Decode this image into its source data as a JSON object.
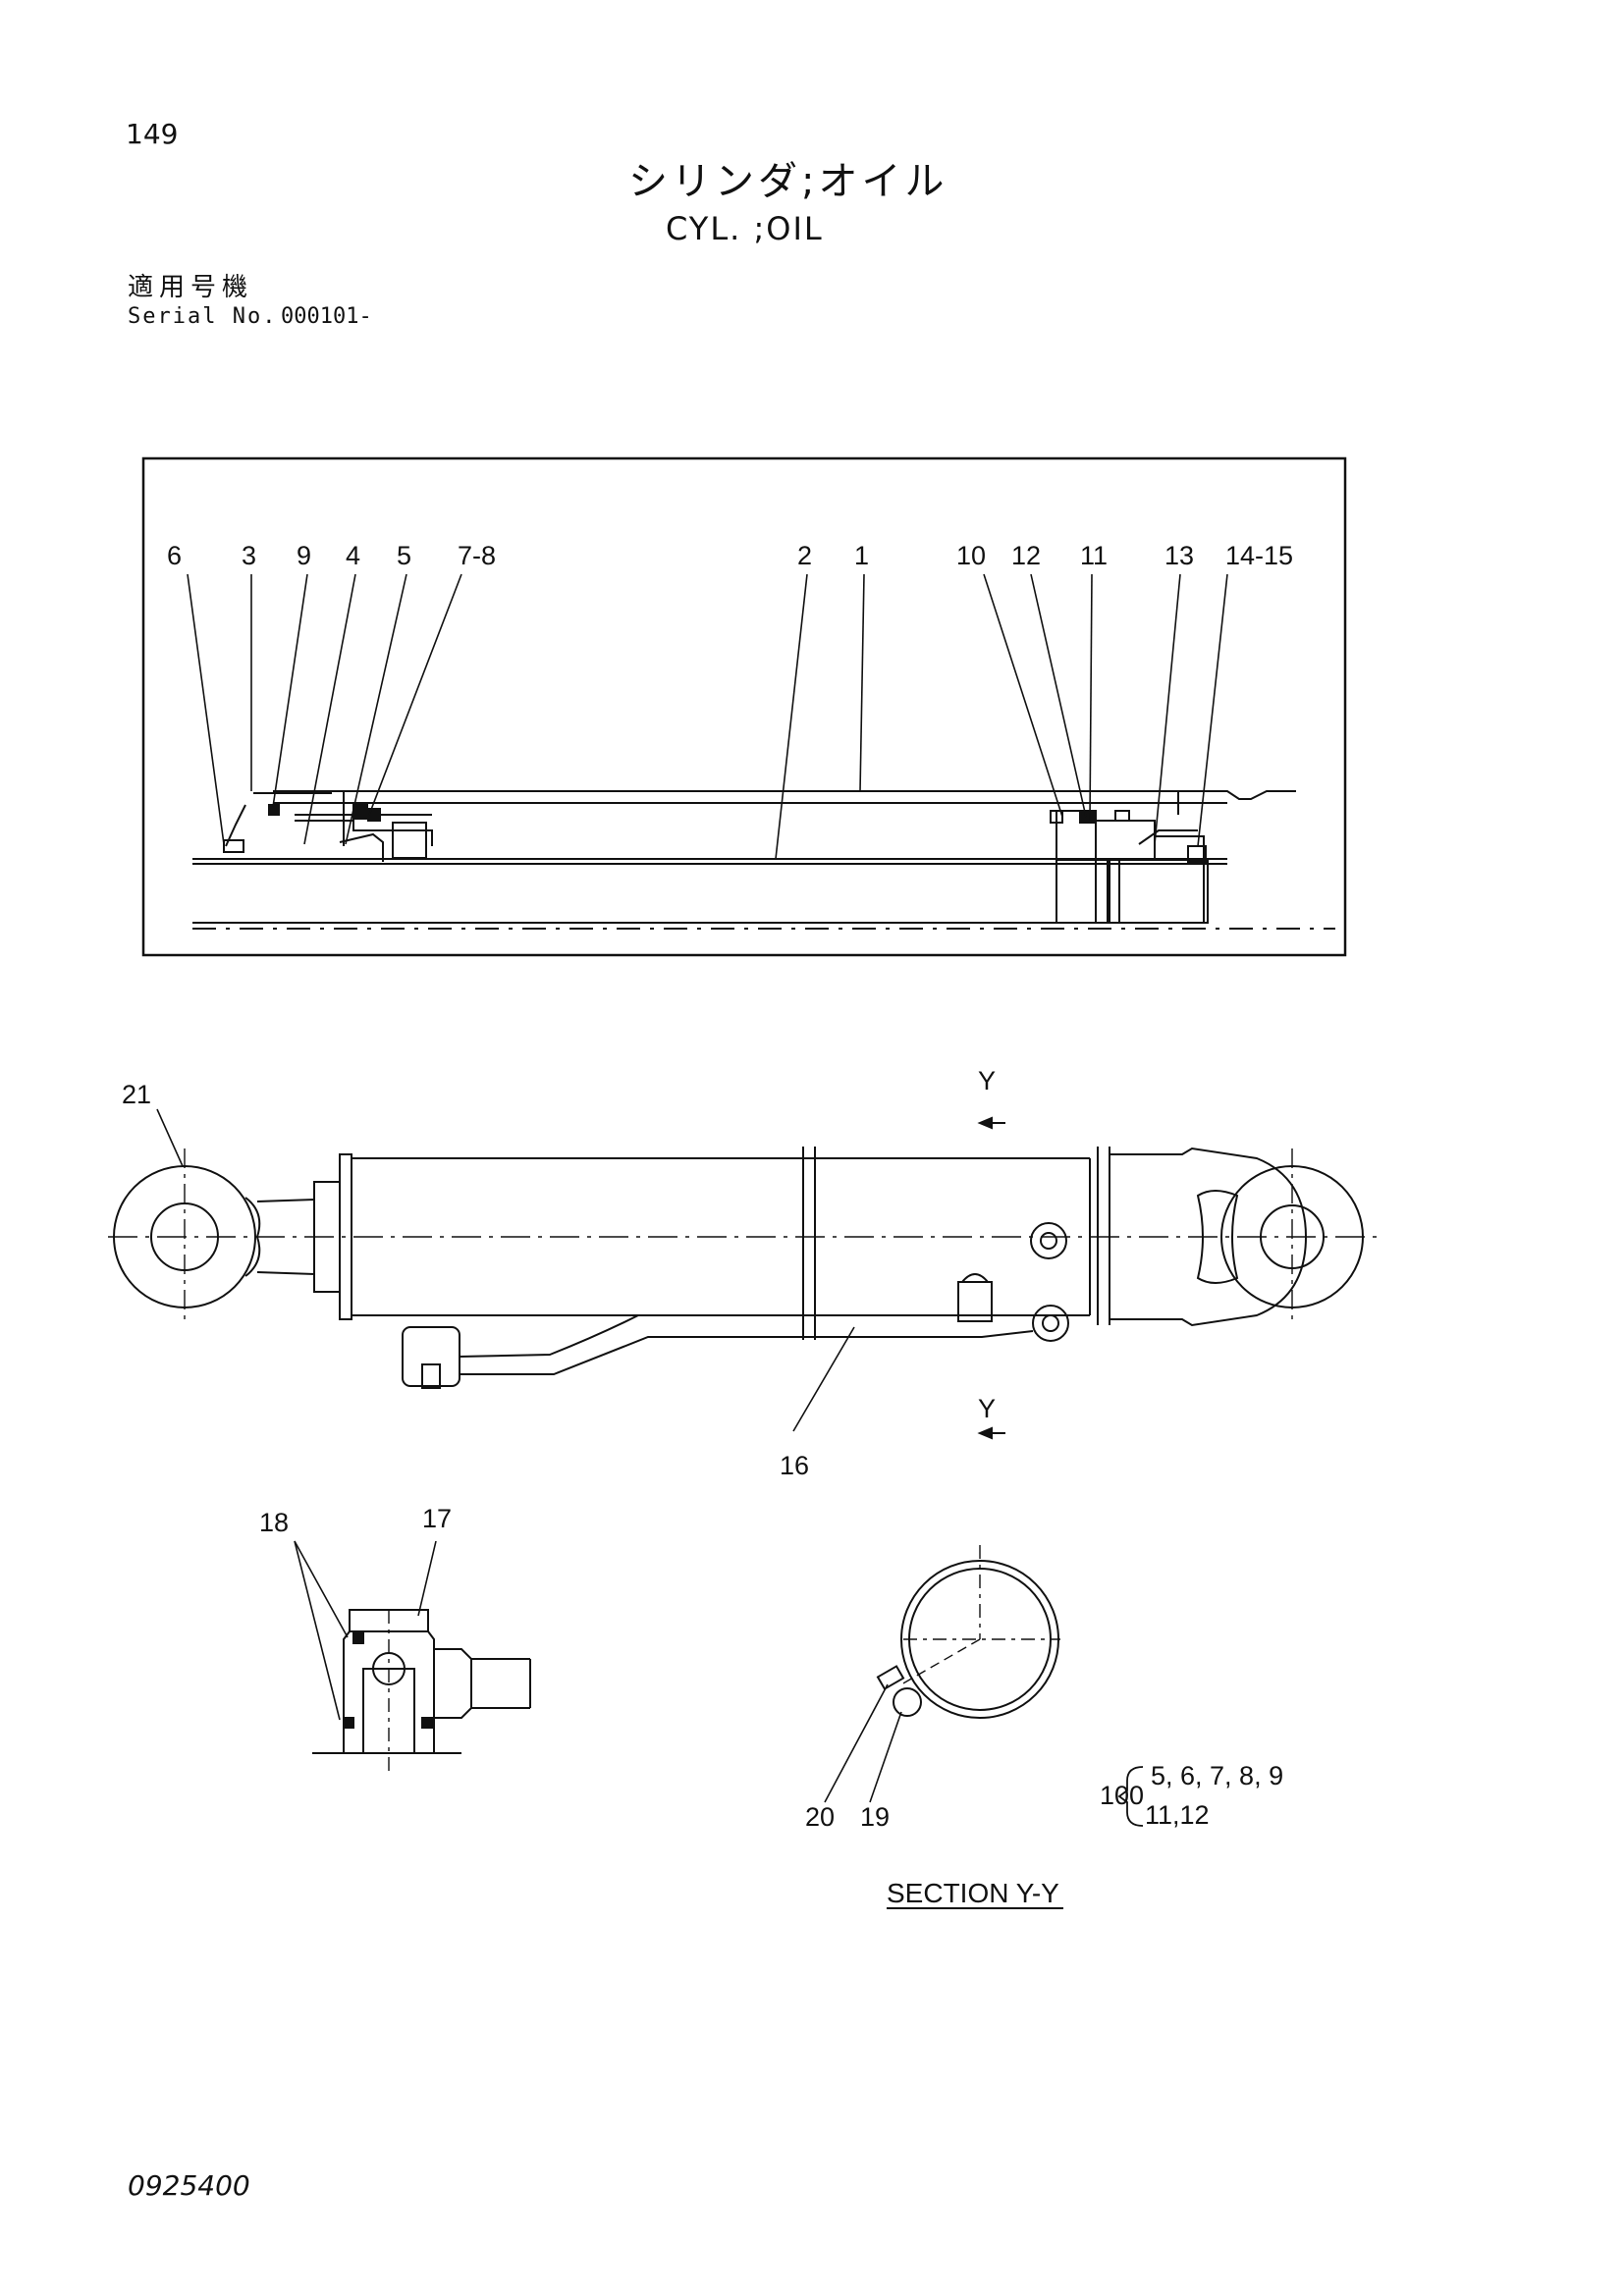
{
  "header": {
    "page_number": "149",
    "title_jp": "シリンダ;オイル",
    "title_en": "CYL. ;OIL",
    "serial_label_jp": "適用号機",
    "serial_label_en": "Serial No.",
    "serial_value": "000101-"
  },
  "diagram": {
    "part_labels": {
      "p6": "6",
      "p3": "3",
      "p9": "9",
      "p4": "4",
      "p5": "5",
      "p78": "7-8",
      "p2": "2",
      "p1": "1",
      "p10": "10",
      "p12": "12",
      "p11": "11",
      "p13": "13",
      "p1415": "14-15",
      "p21": "21",
      "p16": "16",
      "p18": "18",
      "p17": "17",
      "p20": "20",
      "p19": "19"
    },
    "section_marker": "Y",
    "section_title": "SECTION Y-Y",
    "kit": {
      "number": "100",
      "line1": "5, 6, 7, 8, 9",
      "line2": "11,12"
    }
  },
  "footer": {
    "doc_number": "0925400"
  }
}
